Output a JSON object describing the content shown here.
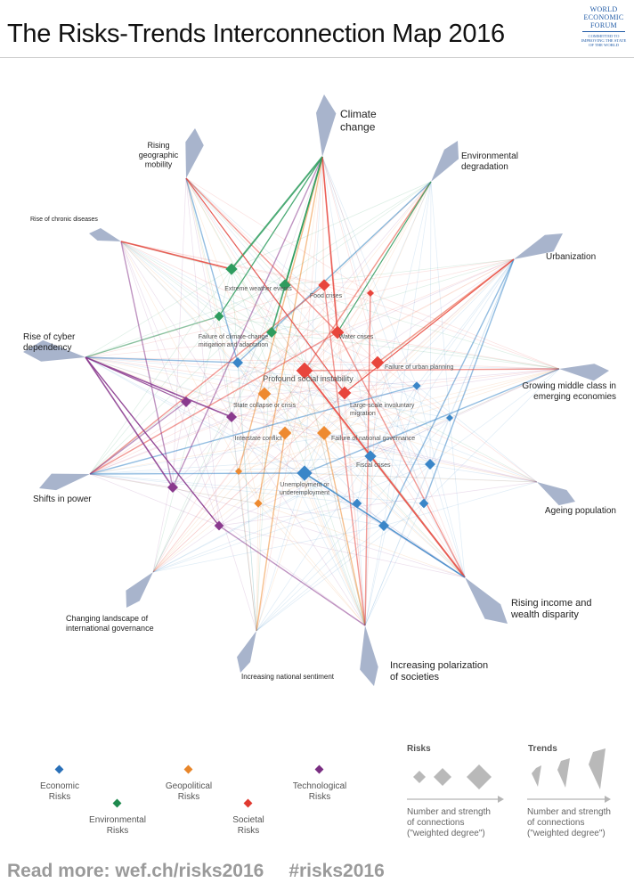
{
  "title": "The Risks-Trends Interconnection Map 2016",
  "logo": {
    "line1": "WORLD",
    "line2": "ECONOMIC",
    "line3": "FORUM",
    "tagline1": "COMMITTED TO",
    "tagline2": "IMPROVING THE STATE",
    "tagline3": "OF THE WORLD"
  },
  "colors": {
    "economic": "#3a86c8",
    "environmental": "#2e9c5e",
    "geopolitical": "#ee8a30",
    "societal": "#e8453c",
    "technological": "#8a3a8e",
    "trend": "#a8b4cc"
  },
  "trends": [
    {
      "id": "climate",
      "label": "Climate\nchange"
    },
    {
      "id": "environment",
      "label": "Environmental\ndegradation"
    },
    {
      "id": "urban",
      "label": "Urbanization"
    },
    {
      "id": "middle",
      "label": "Growing middle class in\nemerging economies"
    },
    {
      "id": "ageing",
      "label": "Ageing population"
    },
    {
      "id": "income",
      "label": "Rising income and\nwealth disparity"
    },
    {
      "id": "polar",
      "label": "Increasing polarization\nof societies"
    },
    {
      "id": "national",
      "label": "Increasing national sentiment"
    },
    {
      "id": "intl",
      "label": "Changing landscape of\ninternational governance"
    },
    {
      "id": "shifts",
      "label": "Shifts in power"
    },
    {
      "id": "cyber",
      "label": "Rise of cyber\ndependency"
    },
    {
      "id": "chronic",
      "label": "Rise of chronic diseases"
    },
    {
      "id": "mobility",
      "label": "Rising\ngeographic\nmobility"
    }
  ],
  "risks": [
    {
      "id": "extreme",
      "label": "Extreme weather events",
      "cat": "environmental"
    },
    {
      "id": "food",
      "label": "Food crises",
      "cat": "societal"
    },
    {
      "id": "climatefail",
      "label": "Failure of climate-change\nmitigation and adaptation",
      "cat": "environmental"
    },
    {
      "id": "water",
      "label": "Water crises",
      "cat": "societal"
    },
    {
      "id": "urbanfail",
      "label": "Failure of urban planning",
      "cat": "societal"
    },
    {
      "id": "social",
      "label": "Profound social instability",
      "cat": "societal"
    },
    {
      "id": "state",
      "label": "State collapse or crisis",
      "cat": "geopolitical"
    },
    {
      "id": "migration",
      "label": "Large-scale involuntary\nmigration",
      "cat": "societal"
    },
    {
      "id": "interstate",
      "label": "Interstate conflict",
      "cat": "geopolitical"
    },
    {
      "id": "govfail",
      "label": "Failure of national governance",
      "cat": "geopolitical"
    },
    {
      "id": "fiscal",
      "label": "Fiscal crises",
      "cat": "economic"
    },
    {
      "id": "unemp",
      "label": "Unemployment or\nunderemployment",
      "cat": "economic"
    },
    {
      "id": "e1",
      "label": "",
      "cat": "environmental"
    },
    {
      "id": "e2",
      "label": "",
      "cat": "environmental"
    },
    {
      "id": "s1",
      "label": "",
      "cat": "societal"
    },
    {
      "id": "c1",
      "label": "",
      "cat": "economic"
    },
    {
      "id": "c2",
      "label": "",
      "cat": "economic"
    },
    {
      "id": "c3",
      "label": "",
      "cat": "economic"
    },
    {
      "id": "c4",
      "label": "",
      "cat": "economic"
    },
    {
      "id": "c5",
      "label": "",
      "cat": "economic"
    },
    {
      "id": "c6",
      "label": "",
      "cat": "economic"
    },
    {
      "id": "c7",
      "label": "",
      "cat": "economic"
    },
    {
      "id": "g1",
      "label": "",
      "cat": "geopolitical"
    },
    {
      "id": "g2",
      "label": "",
      "cat": "geopolitical"
    },
    {
      "id": "t1",
      "label": "",
      "cat": "technological"
    },
    {
      "id": "t2",
      "label": "",
      "cat": "technological"
    },
    {
      "id": "t3",
      "label": "",
      "cat": "technological"
    },
    {
      "id": "t4",
      "label": "",
      "cat": "technological"
    }
  ],
  "legend": {
    "categories": [
      {
        "label": "Economic\nRisks",
        "color": "#2a70b8"
      },
      {
        "label": "Environmental\nRisks",
        "color": "#1f8a4e"
      },
      {
        "label": "Geopolitical\nRisks",
        "color": "#e8862a"
      },
      {
        "label": "Societal\nRisks",
        "color": "#e03a30"
      },
      {
        "label": "Technological\nRisks",
        "color": "#7a2e82"
      }
    ],
    "risks_title": "Risks",
    "trends_title": "Trends",
    "risks_caption": "Number and strength\nof connections\n(\"weighted degree\")",
    "trends_caption": "Number and strength\nof connections\n(\"weighted degree\")"
  },
  "footer": {
    "read_more": "Read more: wef.ch/risks2016",
    "hashtag": "#risks2016"
  }
}
